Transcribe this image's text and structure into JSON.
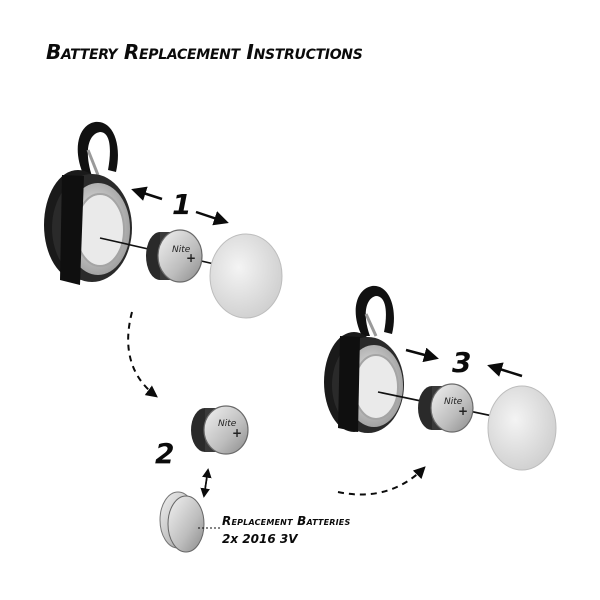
{
  "title": "Battery Replacement Instructions",
  "steps": [
    "1",
    "2",
    "3"
  ],
  "batteries": {
    "line1": "Replacement Batteries",
    "line2": "2x 2016 3V"
  },
  "colors": {
    "ink": "#0b0b0b",
    "housing": "#1a1a1a",
    "lens": "#d9d9d9",
    "metal": "#c9c9c9"
  }
}
